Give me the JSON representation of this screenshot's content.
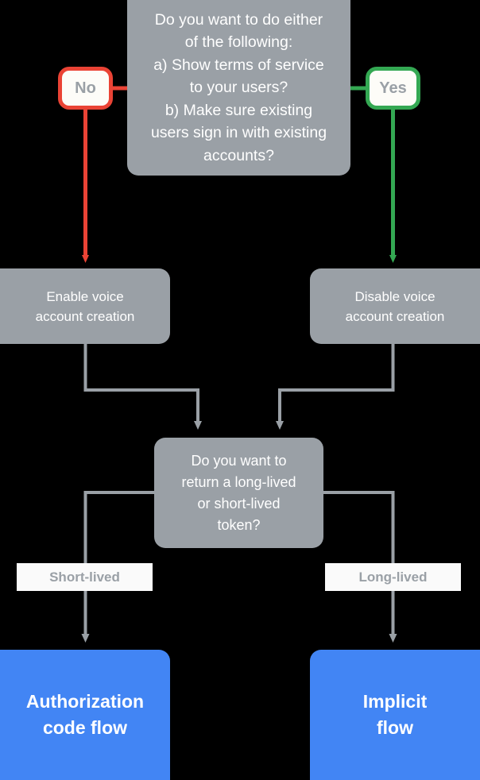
{
  "diagram": {
    "title": "Voice account linking flow decision chart",
    "colors": {
      "background": "#000000",
      "decision_box": "#9aa0a6",
      "terminal_box": "#4285f4",
      "yes_accent": "#34a853",
      "no_accent": "#ea4335",
      "connector": "#9aa0a6",
      "label_background": "#fafafa",
      "label_text": "#9aa0a6",
      "box_text": "#ffffff"
    },
    "nodes": {
      "question_top": "Do you want to do either\nof the following:\na) Show terms of service\nto your users?\nb) Make sure existing\nusers sign in with existing\naccounts?",
      "badge_no": "No",
      "badge_yes": "Yes",
      "enable_box": "Enable voice\naccount creation",
      "disable_box": "Disable voice\naccount creation",
      "question_token": "Do you want to\nreturn a long-lived\nor short-lived\ntoken?",
      "label_short_lived": "Short-lived",
      "label_long_lived": "Long-lived",
      "terminal_auth": "Authorization\ncode flow",
      "terminal_implicit": "Implicit\nflow"
    }
  }
}
